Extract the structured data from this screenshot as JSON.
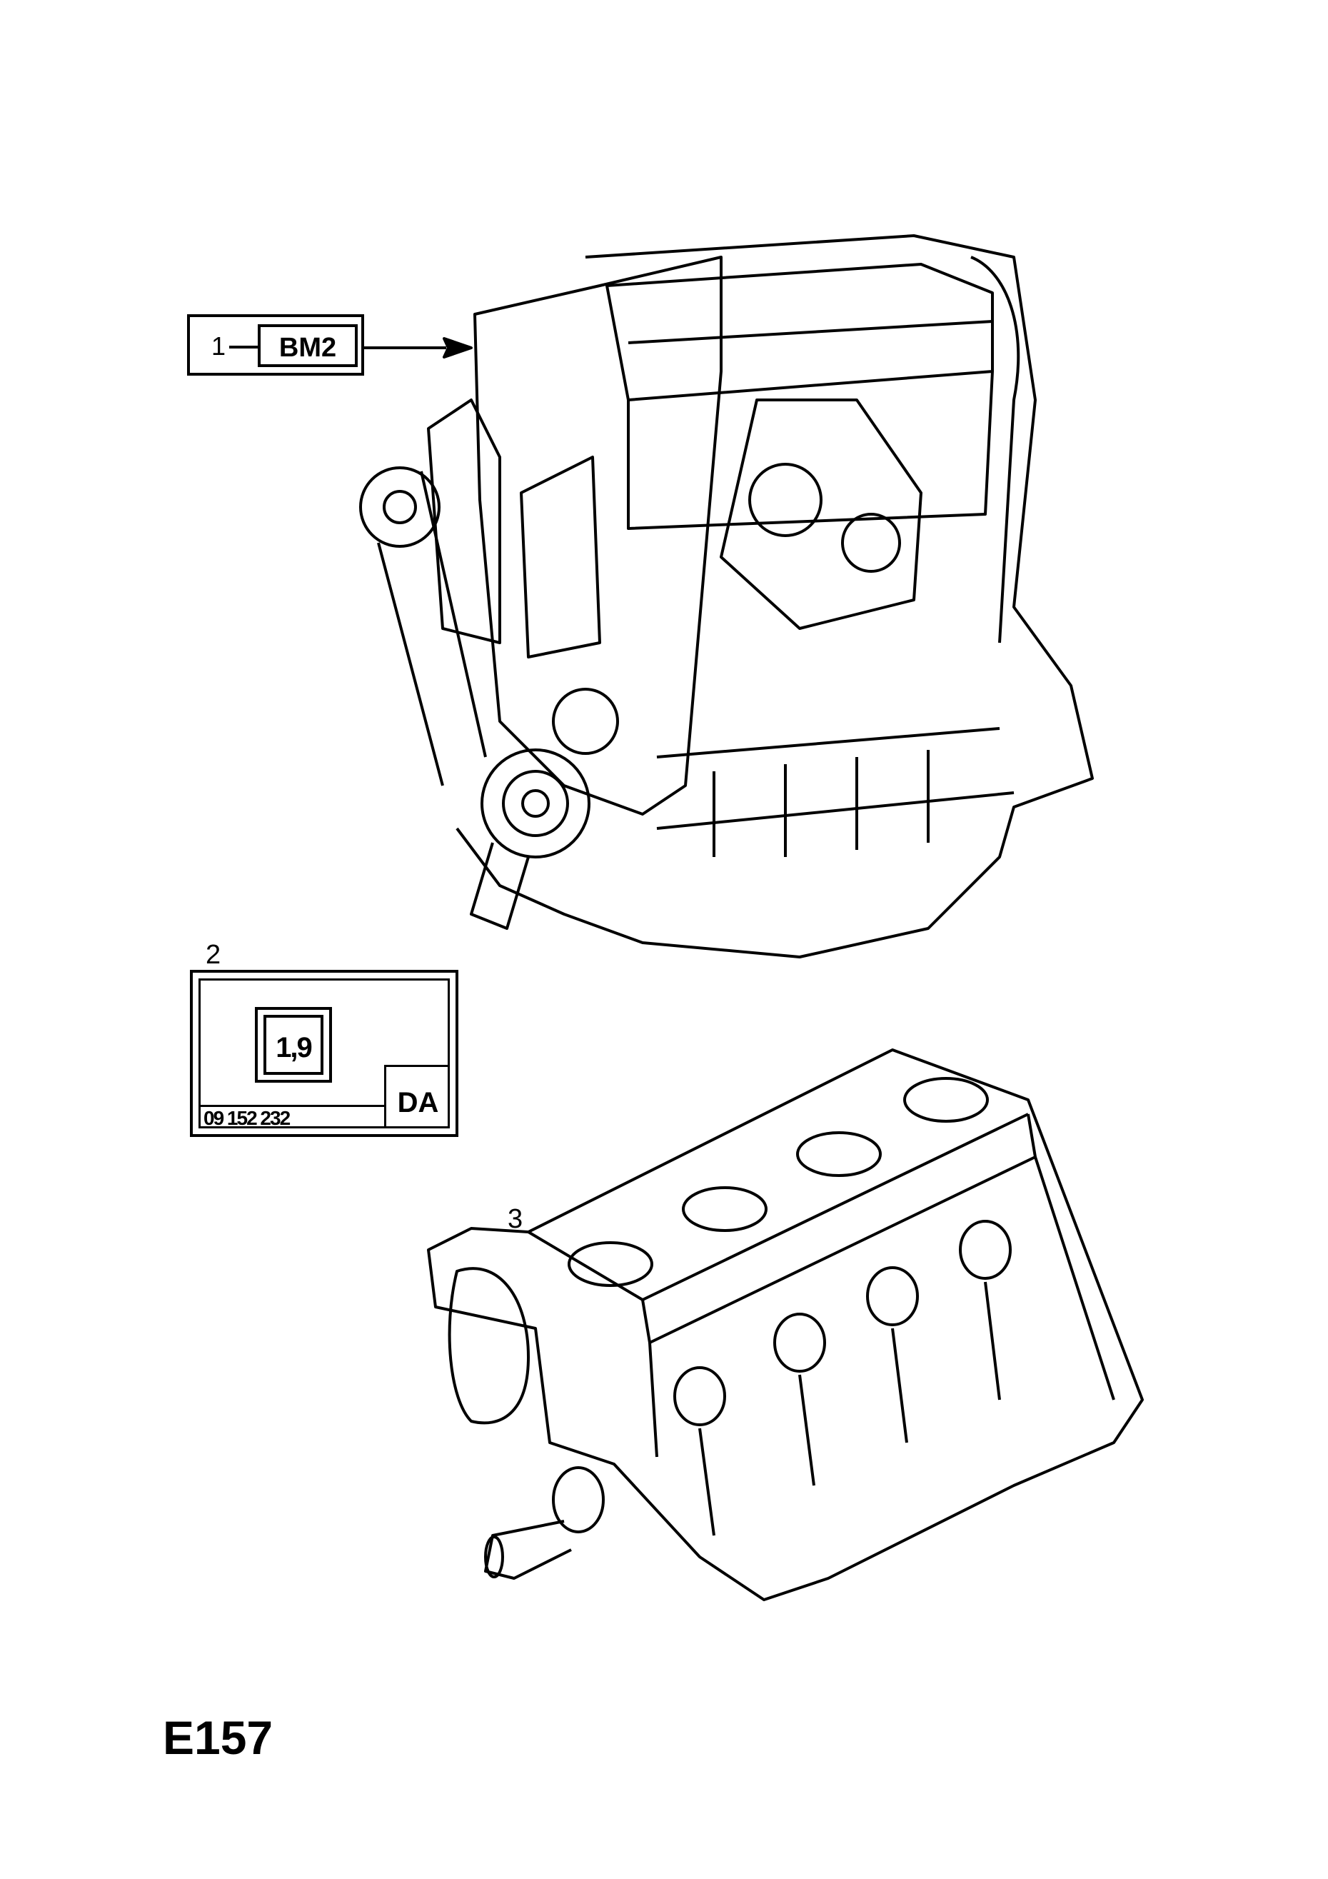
{
  "diagram_code": "E157",
  "callouts": [
    {
      "number": "1",
      "code": "BM2"
    },
    {
      "number": "2",
      "label": {
        "displacement": "1,9",
        "engine_code": "DA",
        "part_number": "09 152 232"
      }
    },
    {
      "number": "3"
    }
  ]
}
